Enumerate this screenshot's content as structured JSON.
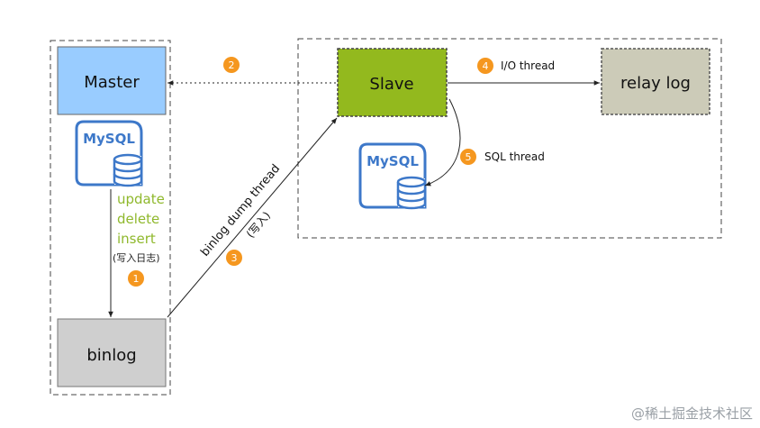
{
  "nodes": {
    "master": "Master",
    "slave": "Slave",
    "relay_log": "relay log",
    "binlog": "binlog"
  },
  "mysql_logo": "MySQL",
  "operations": [
    "update",
    "delete",
    "insert"
  ],
  "write_log_note": "(写入日志)",
  "dump_thread_label": "binlog dump thread",
  "write_note": "(写入)",
  "io_thread_label": "I/O thread",
  "sql_thread_label": "SQL thread",
  "steps": [
    "1",
    "2",
    "3",
    "4",
    "5"
  ],
  "watermark": "@稀土掘金技术社区",
  "colors": {
    "master": "#99ccff",
    "slave": "#93b91e",
    "relay_log": "#cccbb8",
    "binlog": "#cfcfcf",
    "mysql_blue": "#3d78c9",
    "operations_text": "#8fb82c",
    "step_badge": "#f5971f"
  }
}
